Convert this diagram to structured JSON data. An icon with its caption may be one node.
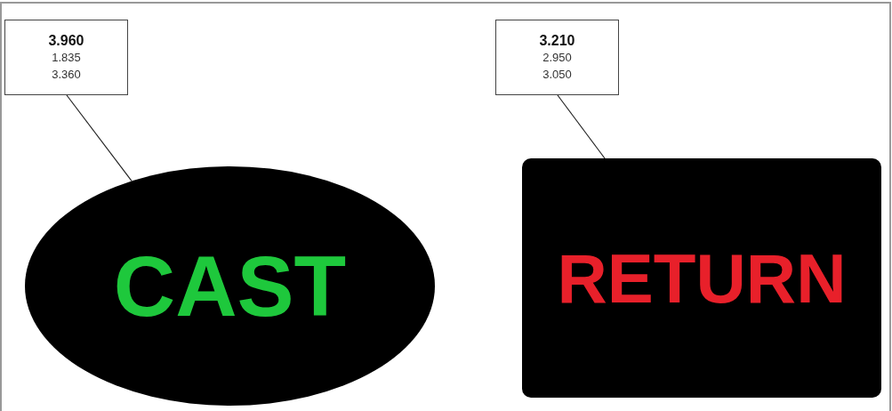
{
  "diagram": {
    "nodes": [
      {
        "text": [
          "3.960",
          "1.835",
          "3.360"
        ]
      },
      {
        "text": [
          "CAST"
        ]
      },
      {
        "text": [
          "3.210",
          "2.950",
          "3.050"
        ]
      },
      {
        "text": [
          "RETURN"
        ]
      }
    ],
    "edges": [
      {
        "from": 0,
        "to": 1,
        "arrow": "none"
      },
      {
        "from": 2,
        "to": 3,
        "arrow": "none"
      }
    ]
  }
}
